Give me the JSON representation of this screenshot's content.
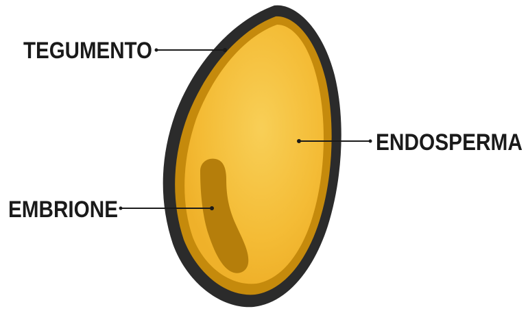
{
  "diagram": {
    "labels": {
      "tegumento": "TEGUMENTO",
      "endosperma": "ENDOSPERMA",
      "embrione": "EMBRIONE"
    },
    "colors": {
      "seed_coat": "#2b2b2b",
      "inner_rim": "#c58a0c",
      "endosperm": "#f3b933",
      "endosperm_highlight": "#f7cd55",
      "embryo": "#b57e0b",
      "text": "#1a1a1a",
      "leader_line": "#1a1a1a"
    }
  }
}
